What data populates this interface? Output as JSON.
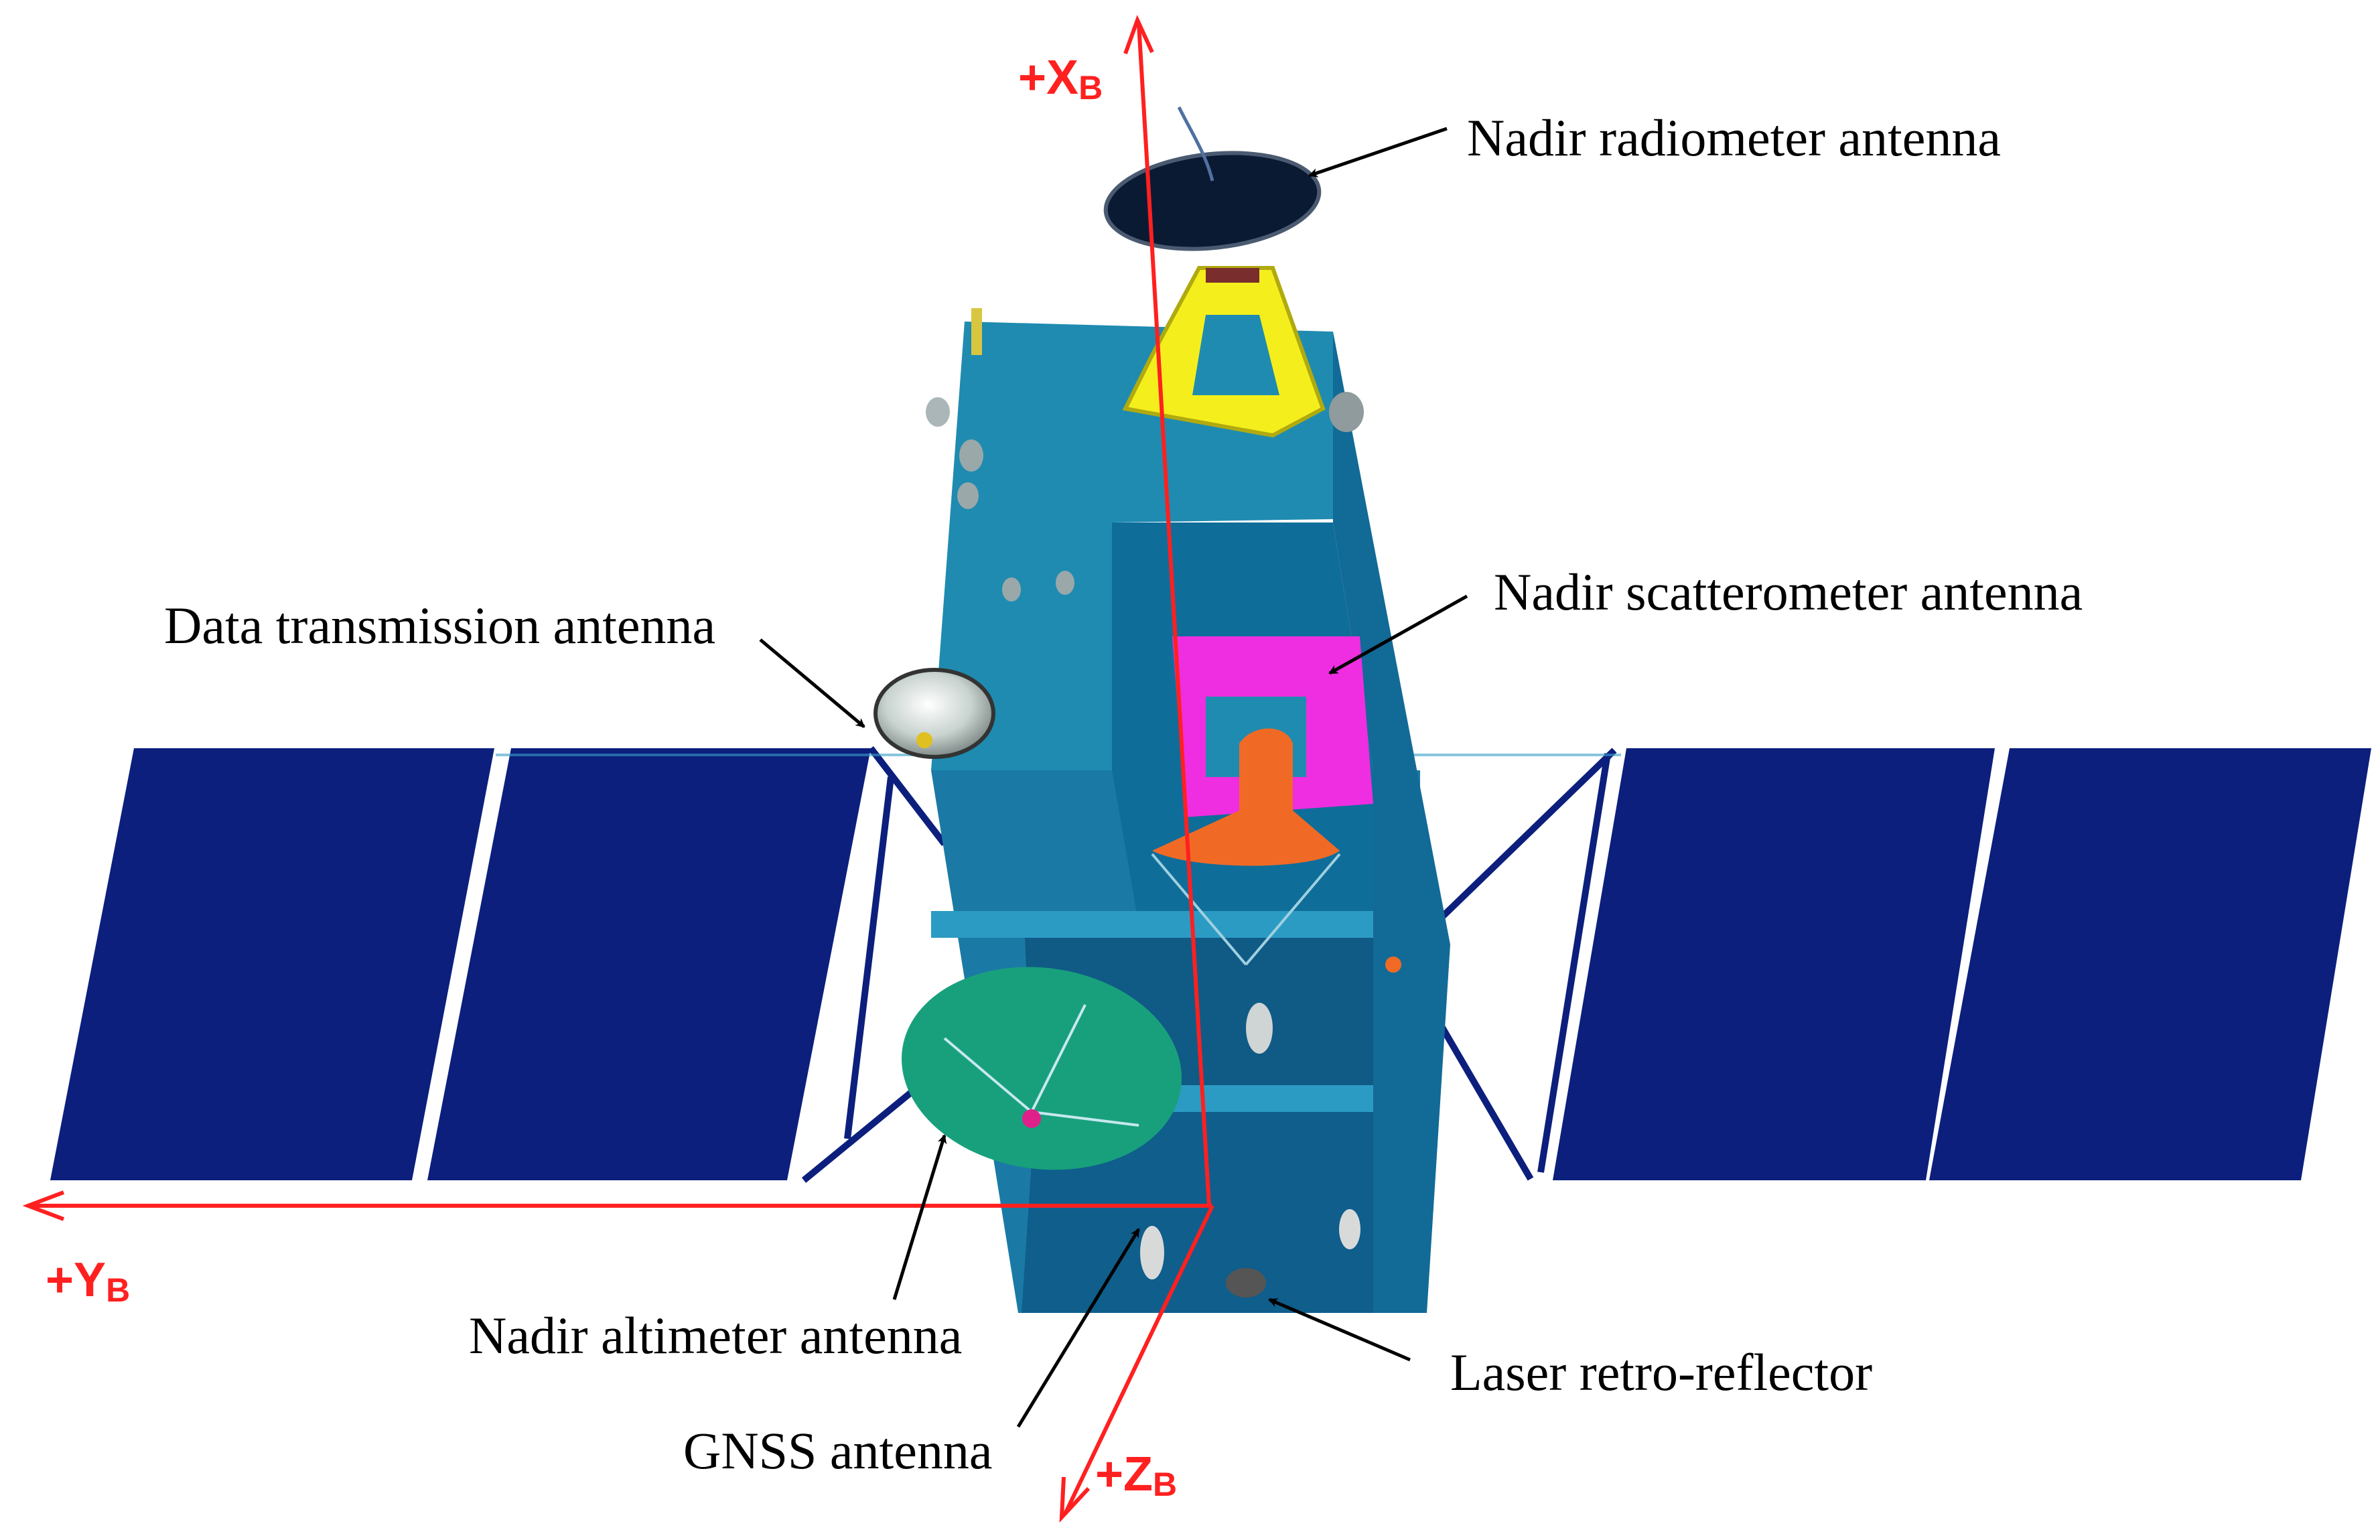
{
  "labels": {
    "nadir_radiometer_antenna": "Nadir radiometer antenna",
    "nadir_scatterometer_antenna": "Nadir scatterometer antenna",
    "data_transmission_antenna": "Data transmission antenna",
    "nadir_altimeter_antenna": "Nadir altimeter antenna",
    "gnss_antenna": "GNSS antenna",
    "laser_retro_reflector": "Laser retro-reflector"
  },
  "axes": {
    "x": {
      "main": "+X",
      "sub": "B"
    },
    "y": {
      "main": "+Y",
      "sub": "B"
    },
    "z": {
      "main": "+Z",
      "sub": "B"
    }
  },
  "colors": {
    "axis": "#ff2020",
    "solar_panel": "#0c1f7d",
    "body_top": "#1f8bb0",
    "body_front": "#1a7aa5",
    "body_side": "#135f86",
    "radiometer_support": "#f4ef1c",
    "scatterometer_box": "#ee2ee0",
    "scatterometer_horn": "#f06a26",
    "altimeter_dish": "#18a07c",
    "leader_line": "#000000"
  }
}
